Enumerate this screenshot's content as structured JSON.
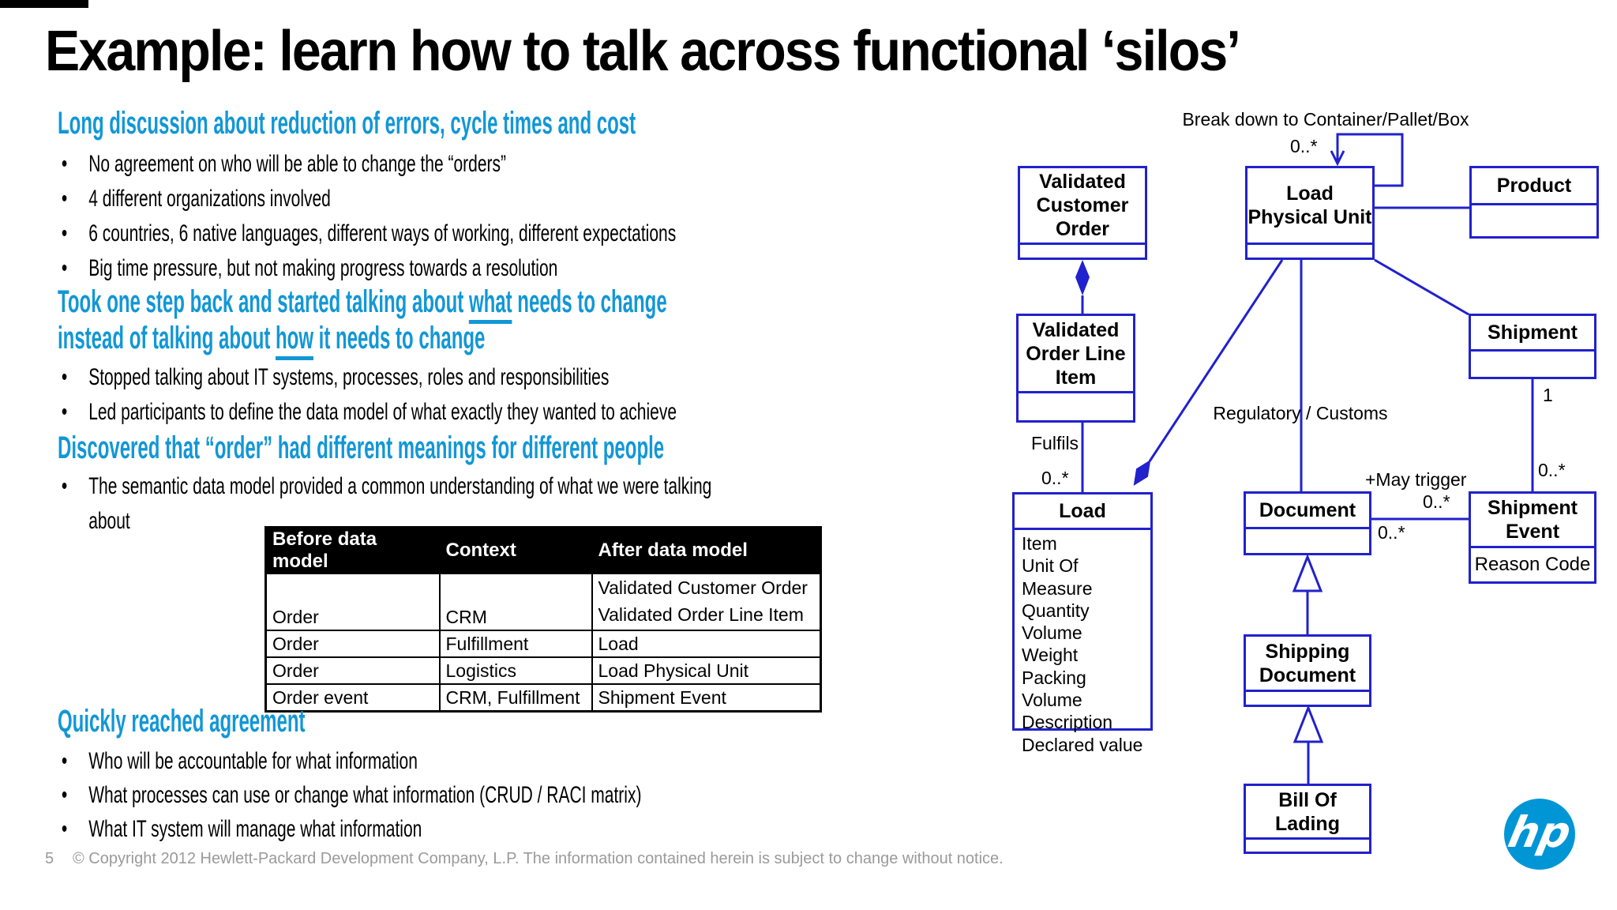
{
  "slide": {
    "title": "Example: learn how to talk across functional ‘silos’",
    "page_number": "5",
    "footer": "© Copyright 2012 Hewlett-Packard Development Company, L.P.  The information contained herein is subject to change without notice."
  },
  "sections": [
    {
      "heading": "Long discussion about reduction of errors, cycle times and cost",
      "bullets": [
        "No agreement on who will be able to change the “orders”",
        "4 different organizations involved",
        "6 countries, 6 native languages, different ways of working, different expectations",
        "Big time pressure, but not making progress towards a resolution"
      ]
    },
    {
      "heading_line1_pre": "Took one step back and started talking about ",
      "heading_line1_underline": "what",
      "heading_line1_post": " needs to change",
      "heading_line2_pre": "instead of talking about ",
      "heading_line2_underline": "how",
      "heading_line2_post": " it needs to change",
      "bullets": [
        "Stopped talking about IT systems, processes, roles and responsibilities",
        "Led participants to define the data model of what exactly they wanted to achieve"
      ]
    },
    {
      "heading": "Discovered that “order” had different meanings for different people",
      "bullets": [
        "The semantic data model provided a common understanding of what we were talking about"
      ]
    },
    {
      "heading": "Quickly reached agreement",
      "bullets": [
        "Who will be accountable for what information",
        "What processes can use or change what information (CRUD / RACI matrix)",
        "What IT system will manage what information"
      ]
    }
  ],
  "table": {
    "headers": [
      "Before data model",
      "Context",
      "After data model"
    ],
    "rows": [
      [
        "Order",
        "CRM",
        "Validated Customer Order\nValidated Order Line Item"
      ],
      [
        "Order",
        "Fulfillment",
        "Load"
      ],
      [
        "Order",
        "Logistics",
        "Load Physical Unit"
      ],
      [
        "Order event",
        "CRM, Fulfillment",
        "Shipment Event"
      ]
    ]
  },
  "diagram": {
    "boxes": {
      "validated_customer_order": {
        "title": "Validated Customer Order"
      },
      "load_physical_unit": {
        "title": "Load Physical Unit"
      },
      "product": {
        "title": "Product"
      },
      "validated_order_line_item": {
        "title": "Validated Order Line Item"
      },
      "load": {
        "title": "Load",
        "attributes": [
          "Item",
          "Unit Of Measure",
          "Quantity",
          "Volume",
          "Weight",
          "Packing",
          "Volume",
          "Description",
          "Declared value"
        ]
      },
      "shipment": {
        "title": "Shipment"
      },
      "document": {
        "title": "Document"
      },
      "shipment_event": {
        "title": "Shipment Event",
        "attributes": [
          "Reason Code"
        ]
      },
      "shipping_document": {
        "title": "Shipping Document"
      },
      "bill_of_lading": {
        "title": "Bill Of Lading"
      }
    },
    "labels": {
      "break_down": "Break down to Container/Pallet/Box",
      "mult_self": "0..*",
      "fulfils": "Fulfils",
      "mult_fulfils": "0..*",
      "regulatory": "Regulatory / Customs",
      "may_trigger": "+May trigger",
      "mult_doc_se_top": "0..*",
      "mult_doc_se_bottom": "0..*",
      "one": "1",
      "mult_shipment_se": "0..*"
    }
  },
  "logo": {
    "text": "hp"
  },
  "colors": {
    "heading_blue": "#1297d6",
    "diagram_blue": "#2121cd",
    "logo_blue": "#0096d6",
    "footer_gray": "#9a9a9a",
    "table_header_bg": "#000000"
  }
}
